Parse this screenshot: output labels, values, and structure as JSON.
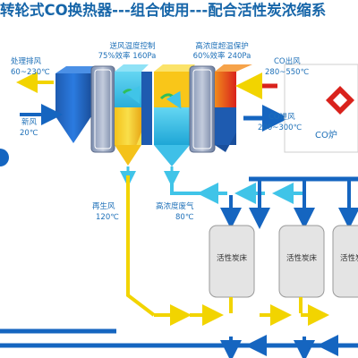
{
  "title": "转轮式CO换热器---组合使用---配合活性炭浓缩系",
  "labels": {
    "exhaust_top": "处理排风",
    "exhaust_temp": "60~230℃",
    "fresh_air": "新风",
    "fresh_temp": "20℃",
    "supply_control_1": "送风温度控制",
    "supply_control_2": "75%效率 160Pa",
    "hc_protect_1": "高浓度超温保护",
    "hc_protect_2": "60%效率 240Pa",
    "co_out_1": "CO出风",
    "co_out_2": "280~550℃",
    "co_in_1": "CO进风",
    "co_in_2": "200~300℃",
    "regen_1": "再生风",
    "regen_2": "120℃",
    "hc_waste_1": "高浓度废气",
    "hc_waste_2": "80℃",
    "co_furnace": "CO炉"
  },
  "beds": [
    "活性炭床",
    "活性炭床",
    "活性炭床"
  ],
  "colors": {
    "title": "#1766a9",
    "label": "#1e70b8",
    "blue_arrow": "#1565c0",
    "yellow_arrow": "#f2d400",
    "cyan_arrow": "#40c4e8",
    "red": "#d9221c",
    "orange": "#f08a1c"
  }
}
